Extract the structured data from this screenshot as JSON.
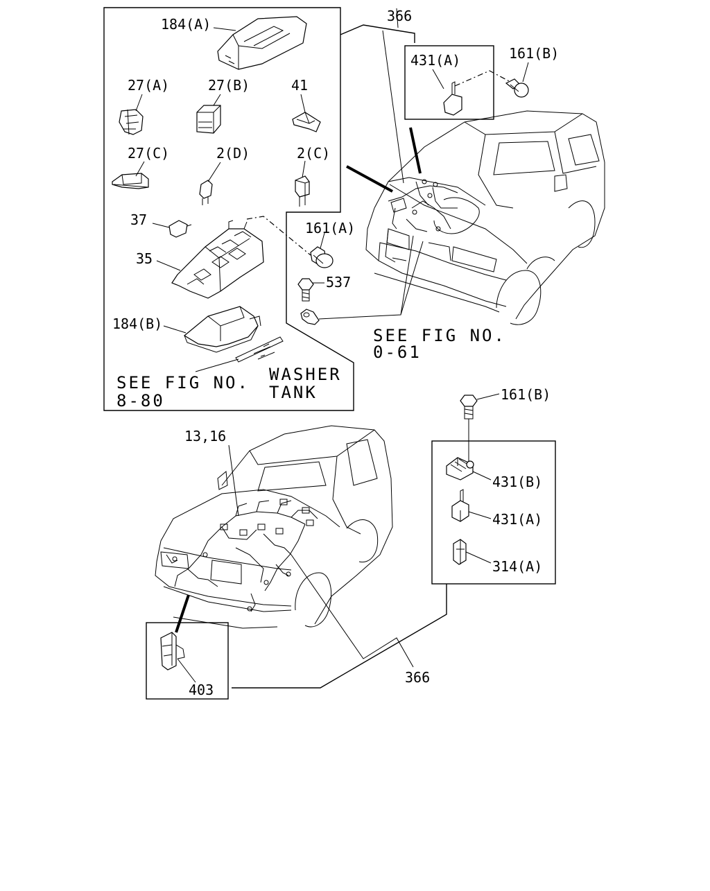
{
  "labels": {
    "p184a": "184(A)",
    "p27a": "27(A)",
    "p27b": "27(B)",
    "p41": "41",
    "p27c": "27(C)",
    "p2d": "2(D)",
    "p2c": "2(C)",
    "p37": "37",
    "p35": "35",
    "p184b": "184(B)",
    "p366top": "366",
    "p431a_top": "431(A)",
    "p161b_top": "161(B)",
    "p161a": "161(A)",
    "p537": "537",
    "p161b_right": "161(B)",
    "p431b": "431(B)",
    "p431a_right": "431(A)",
    "p314a": "314(A)",
    "p1316": "13,16",
    "p403": "403",
    "p366bottom": "366"
  },
  "notes": {
    "see_fig_061_line1": "SEE FIG NO.",
    "see_fig_061_line2": "0-61",
    "see_fig_880_line1": "SEE FIG NO.",
    "see_fig_880_line2": "8-80",
    "washer_line1": "WASHER",
    "washer_line2": "TANK"
  }
}
